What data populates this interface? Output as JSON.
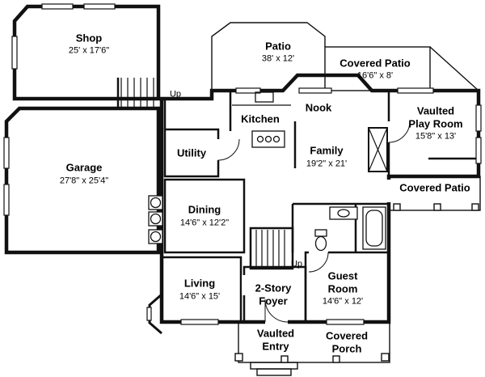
{
  "labels": {
    "shop": {
      "name": "Shop",
      "dims": "25' x 17'6\""
    },
    "patio": {
      "name": "Patio",
      "dims": "38' x 12'"
    },
    "covered_patio_top": {
      "name": "Covered Patio",
      "dims": "16'6\" x 8'"
    },
    "up_shop": "Up",
    "kitchen": {
      "name": "Kitchen"
    },
    "nook": {
      "name": "Nook"
    },
    "play_room": {
      "prefix": "Vaulted",
      "name": "Play Room",
      "dims": "15'8\" x 13'"
    },
    "garage": {
      "name": "Garage",
      "dims": "27'8\" x 25'4\""
    },
    "utility": {
      "name": "Utility"
    },
    "family": {
      "name": "Family",
      "dims": "19'2\" x 21'"
    },
    "covered_patio_right": {
      "name": "Covered Patio"
    },
    "dining": {
      "name": "Dining",
      "dims": "14'6\" x 12'2\""
    },
    "living": {
      "name": "Living",
      "dims": "14'6\" x 15'"
    },
    "up_main": "Up",
    "foyer": {
      "name_line1": "2-Story",
      "name_line2": "Foyer"
    },
    "guest": {
      "name_line1": "Guest",
      "name_line2": "Room",
      "dims": "14'6\" x 12'"
    },
    "entry": {
      "name_line1": "Vaulted",
      "name_line2": "Entry"
    },
    "porch": {
      "name_line1": "Covered",
      "name_line2": "Porch"
    }
  },
  "colors": {
    "wall": "#111111",
    "background": "#ffffff"
  }
}
